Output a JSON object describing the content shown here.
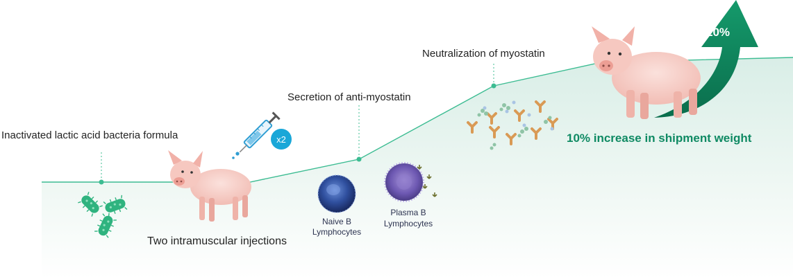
{
  "labels": {
    "step1": "Inactivated lactic acid bacteria formula",
    "step2": "Two intramuscular injections",
    "step3": "Secretion of anti-myostatin",
    "step4": "Neutralization of myostatin",
    "result": "10% increase in shipment weight",
    "arrow_badge": "10%",
    "injection_count": "x2",
    "naive_line1": "Naive B",
    "naive_line2": "Lymphocytes",
    "plasma_line1": "Plasma B",
    "plasma_line2": "Lymphocytes"
  },
  "colors": {
    "accent_green": "#0f8a63",
    "curve_green": "#3cbc92",
    "bacteria_green": "#2fb37f",
    "syringe_blue": "#2f9ed3",
    "badge_blue": "#1aa7d8",
    "antibody_orange": "#d99a55"
  },
  "icons": {
    "bacteria": "bacteria-icon",
    "syringe": "syringe-icon",
    "pig": "pig-illustration",
    "naive_cell": "naive-b-cell-icon",
    "plasma_cell": "plasma-b-cell-icon",
    "antibody": "antibody-icon",
    "arrow": "growth-arrow-icon"
  }
}
